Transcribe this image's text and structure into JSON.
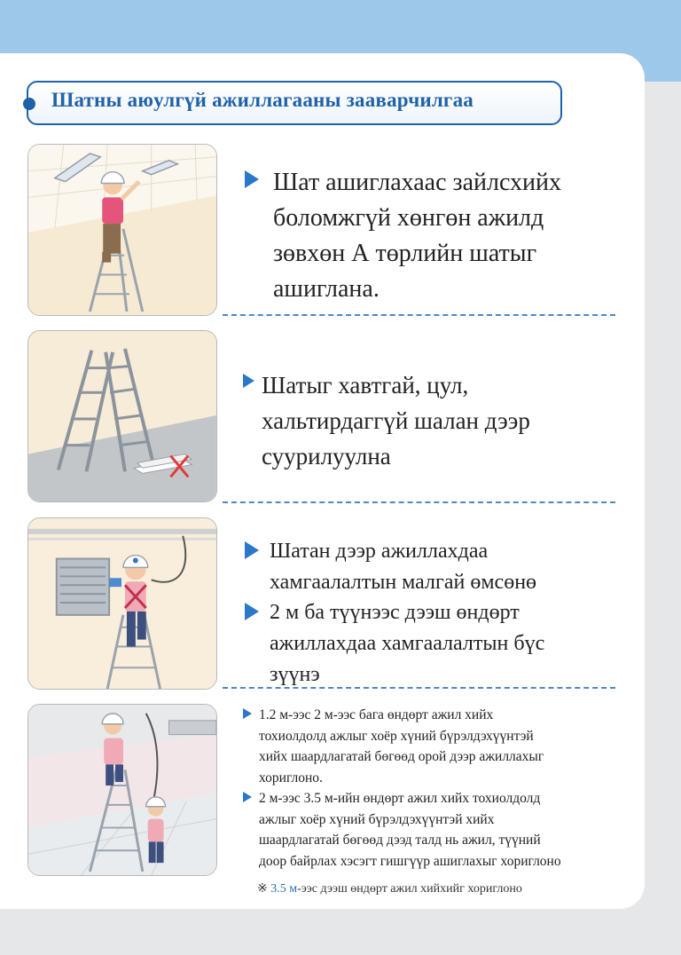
{
  "title": "Шатны аюулгүй ажиллагааны зааварчилгаа",
  "sections": [
    {
      "text": "Шат ашиглахаас зайлсхийх\nболомжгүй хөнгөн ажилд\nзөвхөн А төрлийн шатыг\nашиглана."
    },
    {
      "text": "Шатыг хавтгай, цул,\nхальтирдаггүй шалан дээр\nсуурилуулна"
    },
    {
      "text": "Шатан дээр ажиллахдаа\nхамгаалалтын малгай өмсөнө"
    },
    {
      "text": "2 м ба түүнээс дээш өндөрт\nажиллахдаа хамгаалалтын бүс\nзүүнэ"
    },
    {
      "text": "1.2 м-ээс 2 м-ээс бага өндөрт ажил хийх\nтохиолдолд ажлыг хоёр хүний бүрэлдэхүүнтэй\nхийх шаардлагатай бөгөөд орой дээр ажиллахыг\nхориглоно."
    },
    {
      "text": "2 м-ээс 3.5 м-ийн өндөрт ажил хийх тохиолдолд\nажлыг хоёр хүний бүрэлдэхүүнтэй хийх\nшаардлагатай бөгөөд дээд талд нь ажил, түүний\nдоор байрлах хэсэгт гишгүүр ашиглахыг хориглоно"
    }
  ],
  "note": {
    "mark": "※",
    "highlight": "3.5 м",
    "rest": "-ээс дээш өндөрт ажил хийхийг хориглоно"
  },
  "colors": {
    "accent": "#1f62a9",
    "bullet": "#2b77c9",
    "top_band": "#9ec8e9"
  },
  "icons": [
    "bullet-triangle-icon",
    "prohibited-x-icon",
    "title-dot-icon"
  ]
}
